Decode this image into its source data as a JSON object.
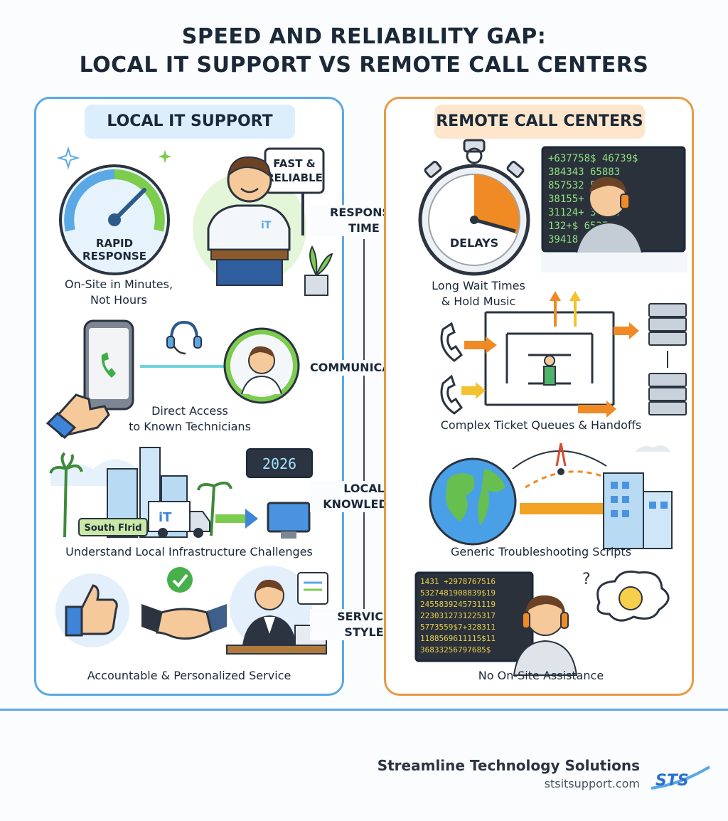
{
  "title": {
    "line1": "SPEED AND RELIABILITY GAP:",
    "line2": "LOCAL IT SUPPORT VS REMOTE CALL CENTERS"
  },
  "left": {
    "heading": "LOCAL IT SUPPORT",
    "gauge_label_1": "RAPID",
    "gauge_label_2": "RESPONSE",
    "sign_1": "FAST &",
    "sign_2": "RELIABLE",
    "shirt_logo": "iT",
    "cap1_a": "On-Site in Minutes,",
    "cap1_b": "Not Hours",
    "cap2_a": "Direct Access",
    "cap2_b": "to Known Technicians",
    "clock": "2026",
    "truck_logo": "iT",
    "city_sign": "South Flrid",
    "cap3": "Understand Local Infrastructure Challenges",
    "cap4": "Accountable & Personalized Service"
  },
  "right": {
    "heading": "REMOTE CALL CENTERS",
    "stopwatch_label": "DELAYS",
    "cap1_a": "Long Wait Times",
    "cap1_b": "& Hold Music",
    "cap2": "Complex Ticket Queues & Handoffs",
    "cap3": "Generic Troubleshooting Scripts",
    "cap4": "No On-Site Assistance",
    "screen_rows": [
      "+637758$ 46739$",
      "384343    65883",
      "857532    58212",
      "38155+    53+01",
      "31124+    34396",
      "132+$      6537",
      "39418      3477"
    ],
    "screen2_rows": [
      "1431 +2978767516",
      "5327481908839$19",
      "2455839245731119",
      "2230312731225317",
      "5773559$7+328311",
      "1188569611115$11",
      "36833256797685$"
    ]
  },
  "middle": {
    "l1a": "RESPONSE",
    "l1b": "TIME",
    "l2": "COMMUNICATION",
    "l3a": "LOCAL",
    "l3b": "KNOWLEDGE",
    "l4a": "SERVICE",
    "l4b": "STYLE"
  },
  "footer": {
    "company": "Streamline Technology Solutions",
    "url": "stsitsupport.com",
    "logo": "STS"
  },
  "colors": {
    "blue": "#5aa9e6",
    "orange": "#e89a44",
    "green": "#7ccc4e",
    "dark": "#1b2838"
  }
}
